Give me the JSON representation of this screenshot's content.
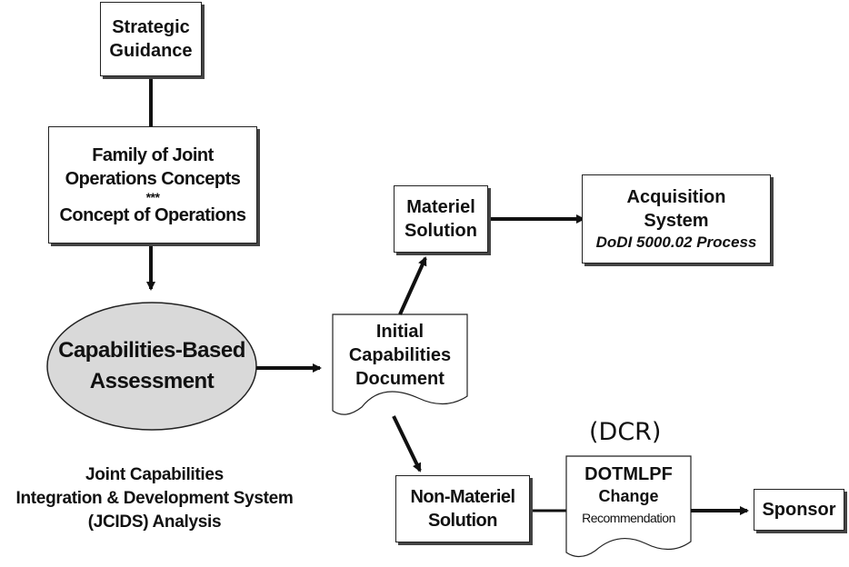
{
  "nodes": {
    "strategic_guidance": [
      "Strategic",
      "Guidance"
    ],
    "concepts": {
      "line1": "Family of Joint",
      "line2": "Operations Concepts",
      "separator": "***",
      "line3": "Concept of Operations"
    },
    "cba": [
      "Capabilities-Based",
      "Assessment"
    ],
    "icd": [
      "Initial",
      "Capabilities",
      "Document"
    ],
    "materiel": [
      "Materiel",
      "Solution"
    ],
    "acquisition": {
      "line1": "Acquisition",
      "line2": "System",
      "line3": "DoDI 5000.02 Process"
    },
    "non_materiel": [
      "Non-Materiel",
      "Solution"
    ],
    "dotmlpf": {
      "line1": "DOTMLPF",
      "line2": "Change",
      "line3": "Recommendation"
    },
    "sponsor": "Sponsor"
  },
  "dcr_label": "(DCR)",
  "caption": [
    "Joint Capabilities",
    "Integration & Development System",
    "(JCIDS) Analysis"
  ]
}
